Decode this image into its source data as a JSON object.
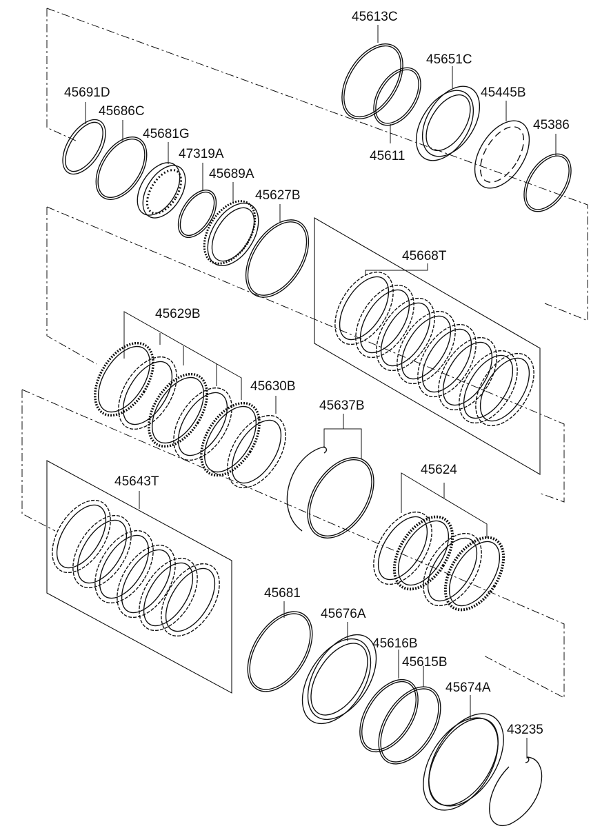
{
  "parts": [
    {
      "id": "p-45613C",
      "label": "45613C"
    },
    {
      "id": "p-45651C",
      "label": "45651C"
    },
    {
      "id": "p-45445B",
      "label": "45445B"
    },
    {
      "id": "p-45386",
      "label": "45386"
    },
    {
      "id": "p-45611",
      "label": "45611"
    },
    {
      "id": "p-45691D",
      "label": "45691D"
    },
    {
      "id": "p-45686C",
      "label": "45686C"
    },
    {
      "id": "p-45681G",
      "label": "45681G"
    },
    {
      "id": "p-47319A",
      "label": "47319A"
    },
    {
      "id": "p-45689A",
      "label": "45689A"
    },
    {
      "id": "p-45627B",
      "label": "45627B"
    },
    {
      "id": "p-45668T",
      "label": "45668T"
    },
    {
      "id": "p-45629B",
      "label": "45629B"
    },
    {
      "id": "p-45630B",
      "label": "45630B"
    },
    {
      "id": "p-45637B",
      "label": "45637B"
    },
    {
      "id": "p-45624",
      "label": "45624"
    },
    {
      "id": "p-45643T",
      "label": "45643T"
    },
    {
      "id": "p-45681",
      "label": "45681"
    },
    {
      "id": "p-45676A",
      "label": "45676A"
    },
    {
      "id": "p-45616B",
      "label": "45616B"
    },
    {
      "id": "p-45615B",
      "label": "45615B"
    },
    {
      "id": "p-45674A",
      "label": "45674A"
    },
    {
      "id": "p-43235",
      "label": "43235"
    }
  ],
  "colors": {
    "ink": "#111111",
    "background": "#ffffff"
  }
}
